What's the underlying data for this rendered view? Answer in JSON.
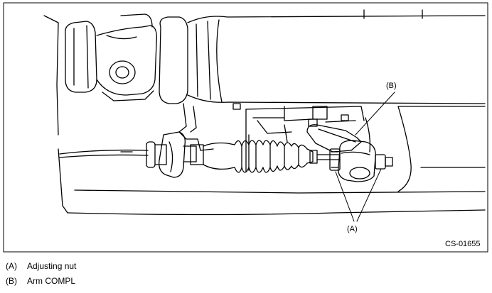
{
  "figure": {
    "callout_a": "(A)",
    "callout_b": "(B)",
    "code": "CS-01655"
  },
  "legend": [
    {
      "key": "(A)",
      "text": "Adjusting nut"
    },
    {
      "key": "(B)",
      "text": "Arm COMPL"
    }
  ]
}
